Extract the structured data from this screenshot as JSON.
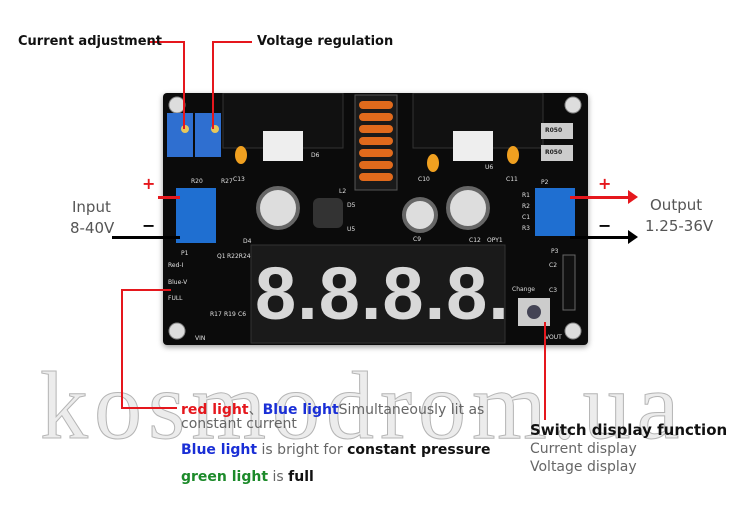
{
  "callouts": {
    "current_adjustment": "Current adjustment",
    "voltage_regulation": "Voltage regulation",
    "input_plus": "+",
    "input_minus": "−",
    "input_label": "Input",
    "input_range": "8-40V",
    "output_plus": "+",
    "output_minus": "−",
    "output_label": "Output",
    "output_range": "1.25-36V"
  },
  "board": {
    "display": "8.8.8.8.",
    "button_label": "Change",
    "silkscreen": [
      "R050",
      "R050",
      "D6",
      "U6",
      "C13",
      "C10",
      "C11",
      "L2",
      "D5",
      "U5",
      "C9",
      "C12",
      "OPY1",
      "P1",
      "P2",
      "P3",
      "D4",
      "Q1",
      "R22R24",
      "Red-I",
      "Blue-V",
      "FULL",
      "R17",
      "R19",
      "C6",
      "VIN",
      "VOUT",
      "R1",
      "R2",
      "C1",
      "R3",
      "C2",
      "C3",
      "R20",
      "R27"
    ],
    "colors": {
      "pcb": "#0b0b0b",
      "terminal": "#1f6fd1",
      "coil": "#e06a1c",
      "segment": "#d8d8d8"
    }
  },
  "legend": {
    "line1_red": "red light",
    "line1_sep": "、",
    "line1_blue": "Blue light",
    "line1_rest": "Simultaneously lit as",
    "line2": "constant current",
    "line3_blue": "Blue light",
    "line3_mid": " is bright for ",
    "line3_bold": "constant pressure",
    "line4_green": "green light",
    "line4_mid": " is ",
    "line4_bold": "full"
  },
  "switch": {
    "title": "Switch display function",
    "line1": "Current display",
    "line2": "Voltage display"
  },
  "watermark": "kosmodrom.ua"
}
